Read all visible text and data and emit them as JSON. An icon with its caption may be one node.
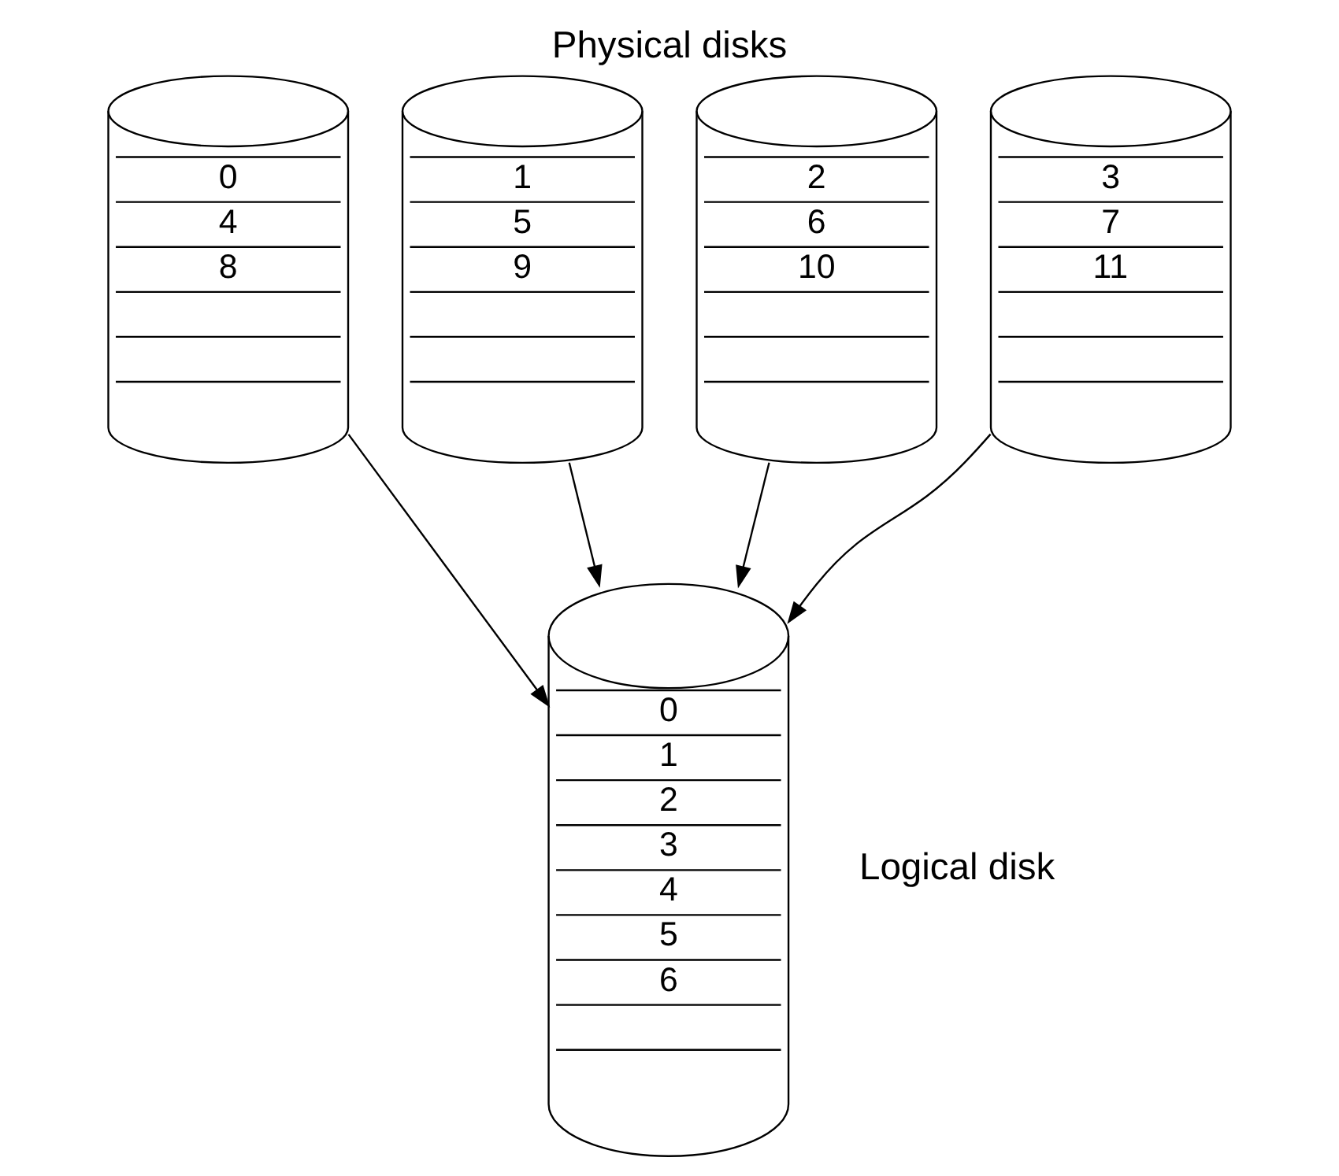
{
  "diagram": {
    "title": "Physical disks",
    "nodes": [
      {
        "text": [
          "0",
          "4",
          "8"
        ]
      },
      {
        "text": [
          "1",
          "5",
          "9"
        ]
      },
      {
        "text": [
          "2",
          "6",
          "10"
        ]
      },
      {
        "text": [
          "3",
          "7",
          "11"
        ]
      },
      {
        "text": [
          "0",
          "1",
          "2",
          "3",
          "4",
          "5",
          "6"
        ],
        "beside": [
          "Logical disk"
        ]
      }
    ],
    "edges": [
      {
        "from": 0,
        "to": 4,
        "arrow": "to"
      },
      {
        "from": 1,
        "to": 4,
        "arrow": "to"
      },
      {
        "from": 2,
        "to": 4,
        "arrow": "to"
      },
      {
        "from": 3,
        "to": 4,
        "arrow": "to"
      }
    ]
  }
}
